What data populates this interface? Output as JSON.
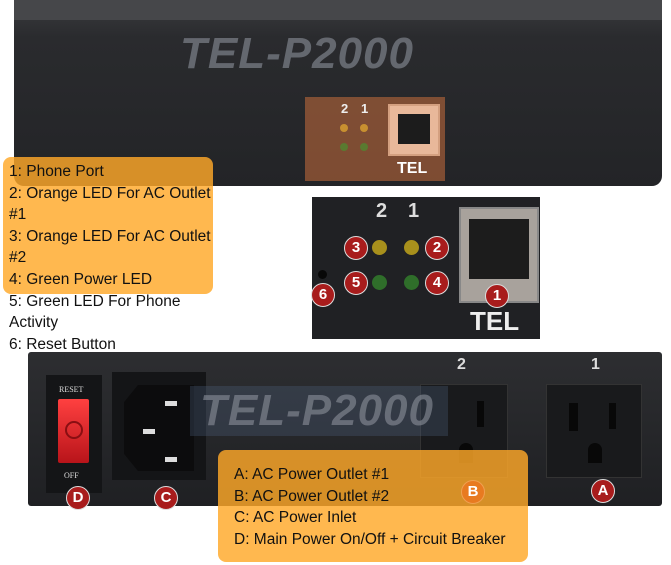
{
  "front_panel": {
    "led_labels": [
      "2",
      "1"
    ],
    "port_label": "TEL"
  },
  "watermark": "TEL-P2000",
  "front_legend": [
    "1: Phone Port",
    "2: Orange LED For AC Outlet #1",
    "3: Orange LED For AC Outlet #2",
    "4: Green Power LED",
    "5: Green LED For Phone Activity",
    "6: Reset Button"
  ],
  "inset": {
    "led_labels": [
      "2",
      "1"
    ],
    "badges": [
      "1",
      "2",
      "3",
      "4",
      "5",
      "6"
    ],
    "port_label": "TEL"
  },
  "back_panel": {
    "switch_top": "RESET",
    "switch_bottom": "OFF",
    "outlet_labels": [
      "2",
      "1"
    ],
    "badges": [
      "A",
      "B",
      "C",
      "D"
    ]
  },
  "back_legend": [
    "A: AC Power Outlet #1",
    "B: AC Power Outlet #2",
    "C: AC Power Inlet",
    "D: Main Power On/Off + Circuit Breaker"
  ],
  "colors": {
    "legend": "#ffa828",
    "badge": "#a81c1c",
    "led_orange": "#b89a20",
    "led_green": "#2f6e2a",
    "switch": "#d81e24"
  }
}
